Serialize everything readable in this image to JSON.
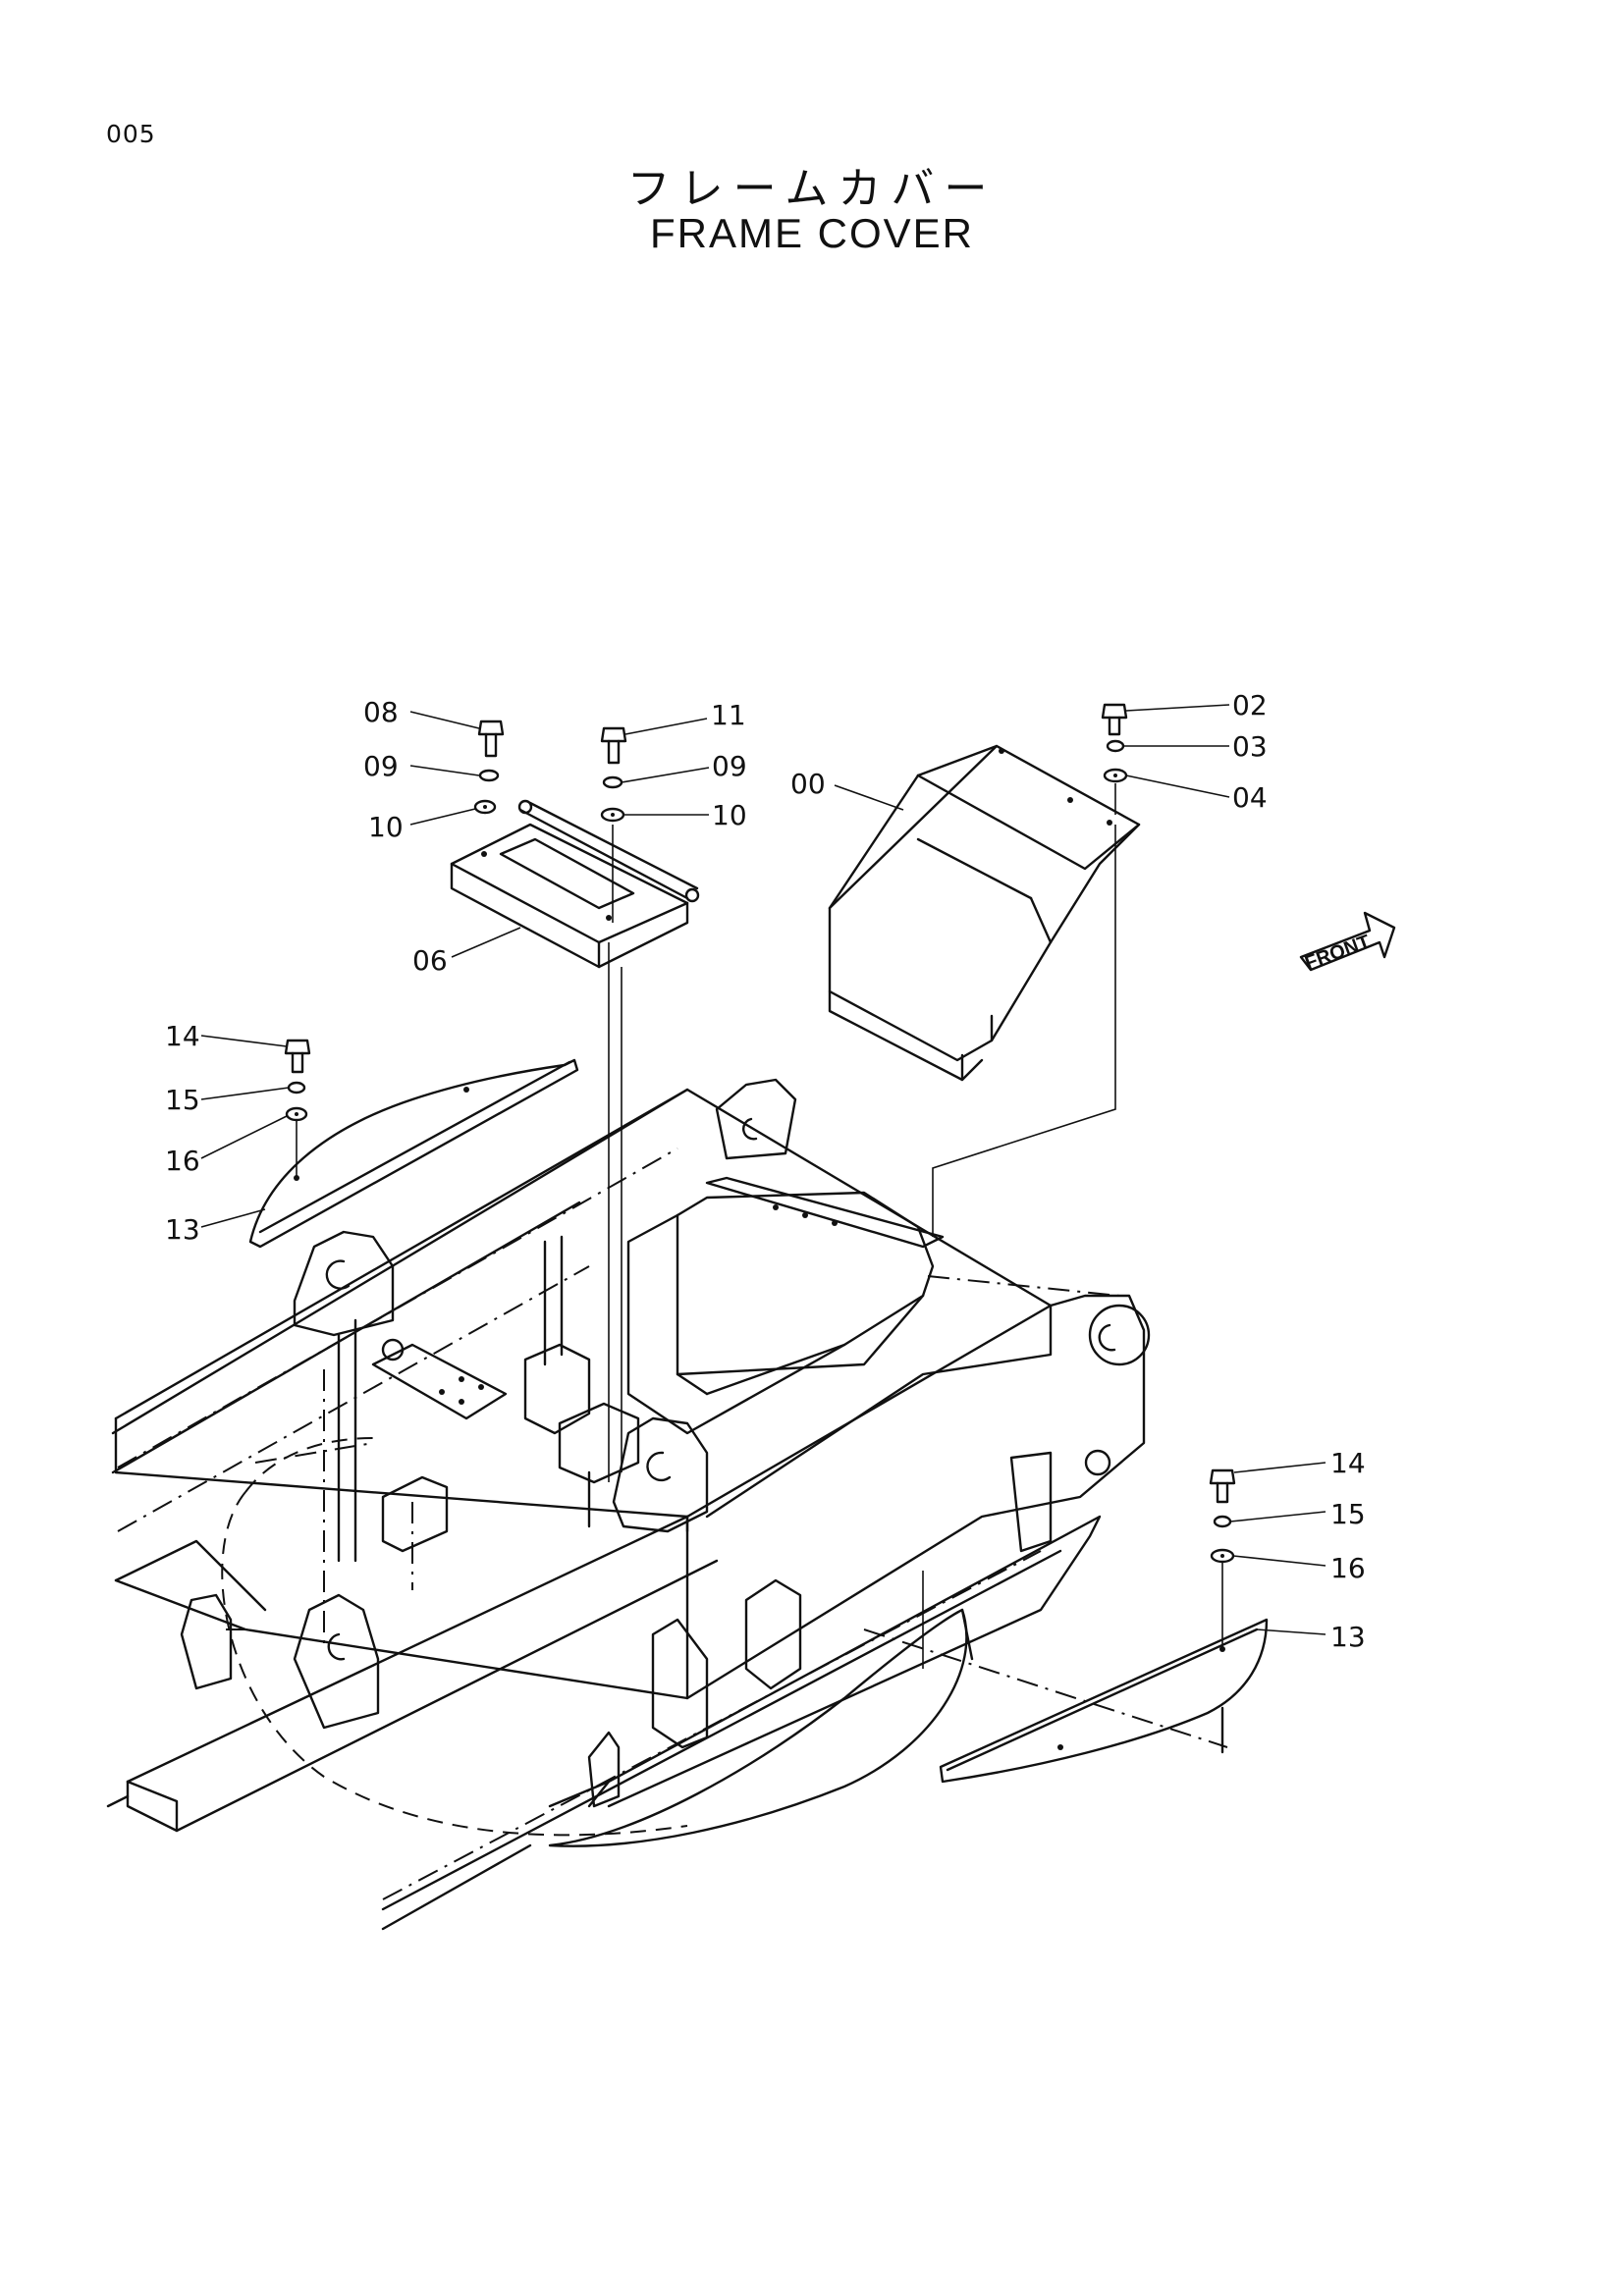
{
  "page_code": "005",
  "title_jp": "フレームカバー",
  "title_en": "FRAME COVER",
  "front_label": "FRONT",
  "callouts": [
    {
      "id": "c-08",
      "text": "08"
    },
    {
      "id": "c-09a",
      "text": "09"
    },
    {
      "id": "c-10a",
      "text": "10"
    },
    {
      "id": "c-11",
      "text": "11"
    },
    {
      "id": "c-09b",
      "text": "09"
    },
    {
      "id": "c-10b",
      "text": "10"
    },
    {
      "id": "c-06",
      "text": "06"
    },
    {
      "id": "c-00",
      "text": "00"
    },
    {
      "id": "c-02",
      "text": "02"
    },
    {
      "id": "c-03",
      "text": "03"
    },
    {
      "id": "c-04",
      "text": "04"
    },
    {
      "id": "c-14a",
      "text": "14"
    },
    {
      "id": "c-15a",
      "text": "15"
    },
    {
      "id": "c-16a",
      "text": "16"
    },
    {
      "id": "c-13a",
      "text": "13"
    },
    {
      "id": "c-14b",
      "text": "14"
    },
    {
      "id": "c-15b",
      "text": "15"
    },
    {
      "id": "c-16b",
      "text": "16"
    },
    {
      "id": "c-13b",
      "text": "13"
    }
  ]
}
